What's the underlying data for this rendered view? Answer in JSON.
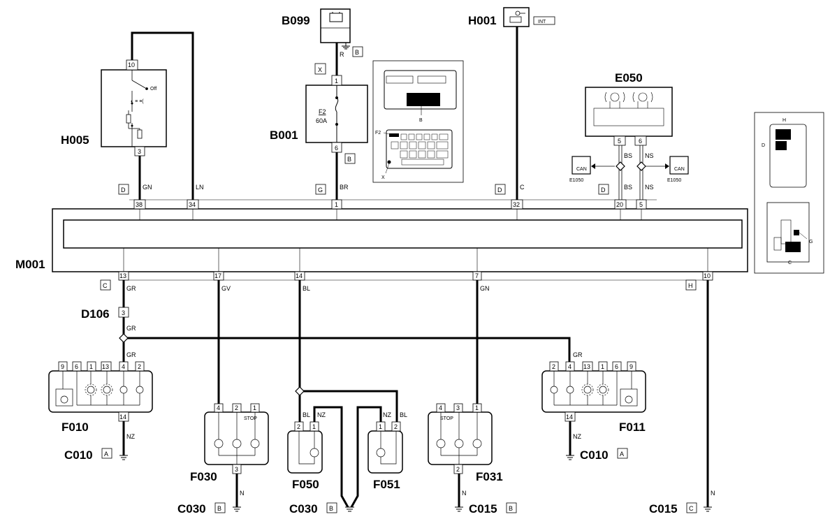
{
  "components": {
    "H005": {
      "label": "H005",
      "pin_top": "10",
      "pin_bottom": "3",
      "switch_text": "Off"
    },
    "B099": {
      "label": "B099",
      "tag": "B"
    },
    "B001": {
      "label": "B001",
      "fuse": "F2",
      "rating": "60A",
      "pin_top": "1",
      "pin_bottom": "6",
      "tag_top": "X",
      "tag_bottom": "B"
    },
    "H001": {
      "label": "H001",
      "tag": "INT"
    },
    "E050": {
      "label": "E050",
      "pin_left": "5",
      "pin_right": "6"
    },
    "E1050": {
      "label": "E1050",
      "can": "CAN"
    },
    "M001": {
      "label": "M001"
    },
    "D106": {
      "label": "D106",
      "pin": "3"
    },
    "F010": {
      "label": "F010",
      "pins": [
        "9",
        "6",
        "1",
        "13",
        "4",
        "2"
      ],
      "pin_bottom": "14"
    },
    "F011": {
      "label": "F011",
      "pins": [
        "2",
        "4",
        "13",
        "1",
        "6",
        "9"
      ],
      "pin_bottom": "14"
    },
    "F030": {
      "label": "F030",
      "pins": [
        "4",
        "2",
        "1"
      ],
      "pin_bottom": "3"
    },
    "F031": {
      "label": "F031",
      "pins": [
        "4",
        "3",
        "1"
      ],
      "pin_bottom": "2"
    },
    "F050": {
      "label": "F050",
      "pins": [
        "2",
        "1"
      ]
    },
    "F051": {
      "label": "F051",
      "pins": [
        "1",
        "2"
      ]
    }
  },
  "grounds": [
    {
      "label": "C010",
      "tag": "A"
    },
    {
      "label": "C010",
      "tag": "A"
    },
    {
      "label": "C030",
      "tag": "B"
    },
    {
      "label": "C030",
      "tag": "B"
    },
    {
      "label": "C015",
      "tag": "B"
    },
    {
      "label": "C015",
      "tag": "C"
    }
  ],
  "m001_top_pins": [
    "38",
    "34",
    "1",
    "32",
    "20",
    "5"
  ],
  "m001_bottom_pins": [
    "13",
    "17",
    "14",
    "7",
    "10"
  ],
  "wire_colors": {
    "GN": "GN",
    "LN": "LN",
    "R": "R",
    "BR": "BR",
    "C": "C",
    "BS": "BS",
    "NS": "NS",
    "GR": "GR",
    "GV": "GV",
    "BL": "BL",
    "NZ": "NZ",
    "N": "N"
  },
  "connector_tags": {
    "D": "D",
    "G": "G",
    "C": "C",
    "H": "H",
    "B": "B",
    "X": "X"
  },
  "inset_fusebox": {
    "label_b": "B",
    "label_f2": "F2",
    "label_x": "X"
  },
  "inset_vehicle": {
    "label_h": "H",
    "label_d": "D",
    "label_g": "G",
    "label_c": "C"
  },
  "lamp_texts": {
    "stop": "STOP"
  }
}
